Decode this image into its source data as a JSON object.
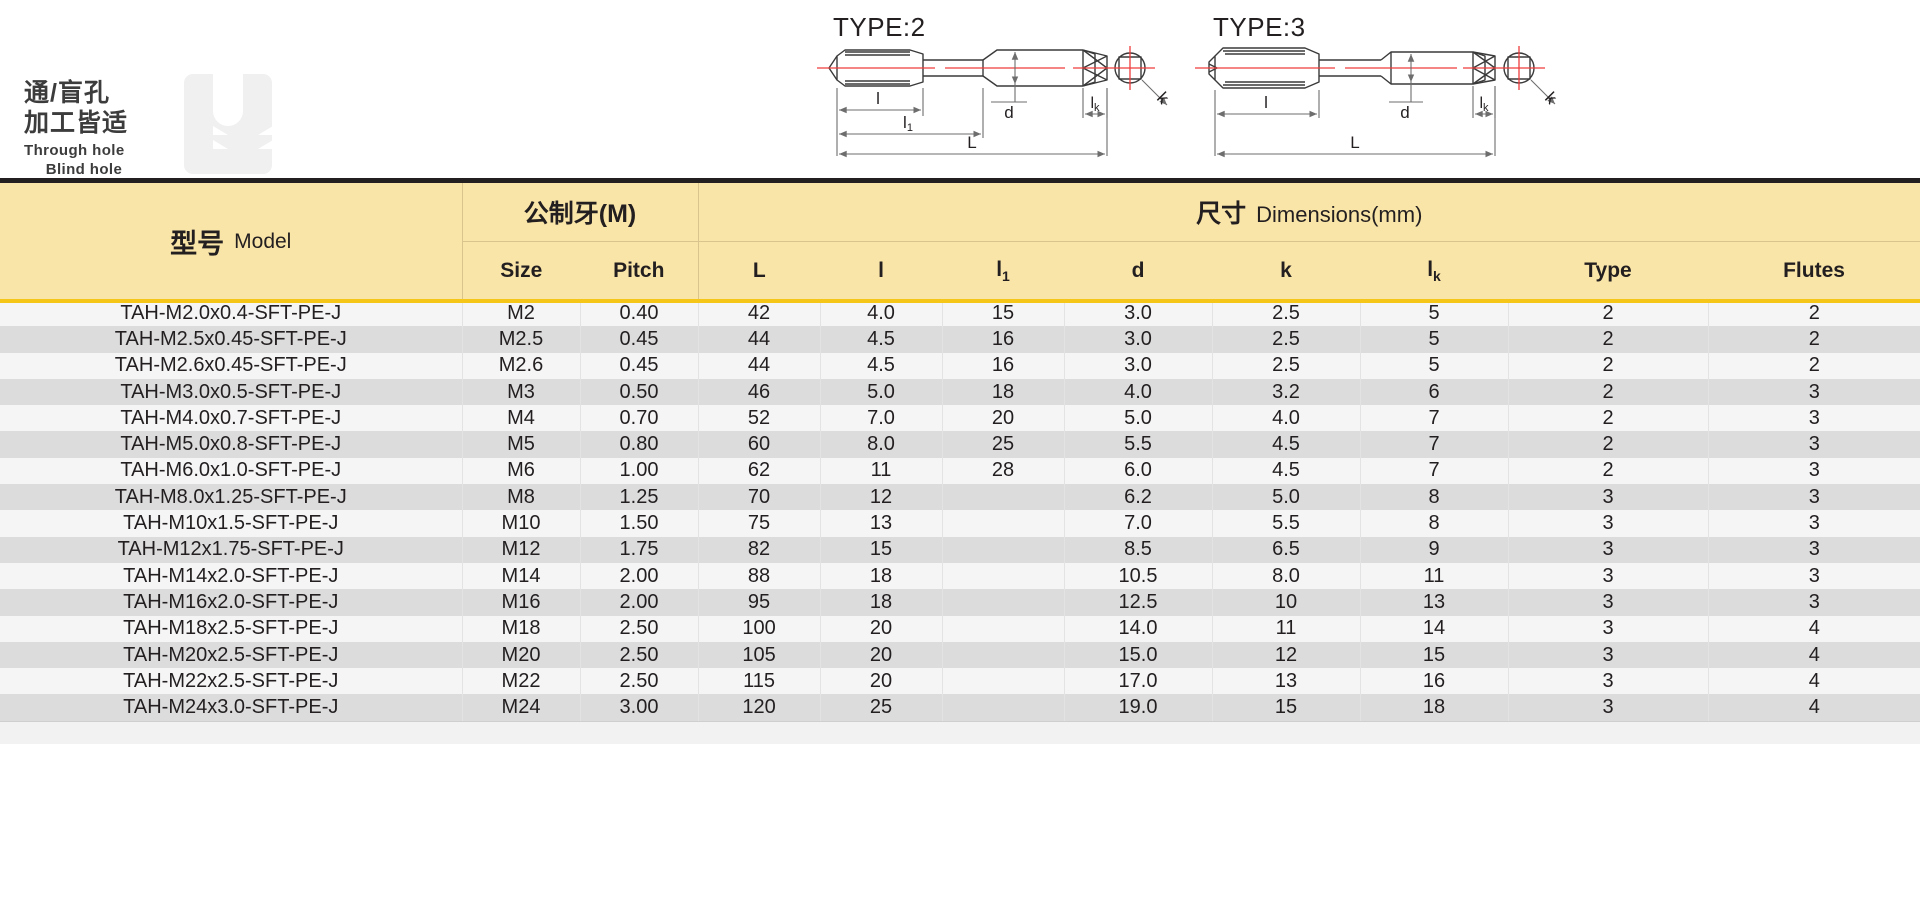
{
  "badge": {
    "cn_line1": "通/盲孔",
    "cn_line2": "加工皆适",
    "en_line1": "Through hole",
    "en_line2": "Blind hole"
  },
  "diagrams": [
    {
      "title": "TYPE:2",
      "labels": {
        "l": "l",
        "l1": "l",
        "l1_sub": "1",
        "L": "L",
        "d": "d",
        "k": "k",
        "lk": "l",
        "lk_sub": "k"
      }
    },
    {
      "title": "TYPE:3",
      "labels": {
        "l": "l",
        "L": "L",
        "d": "d",
        "k": "k",
        "lk": "l",
        "lk_sub": "k"
      }
    }
  ],
  "table": {
    "header": {
      "model_cn": "型号",
      "model_en": "Model",
      "thread_cn": "公制牙(M)",
      "dimensions_cn": "尺寸",
      "dimensions_en": "Dimensions(mm)",
      "sub": {
        "size": "Size",
        "pitch": "Pitch",
        "L": "L",
        "l": "l",
        "l1": "l",
        "l1_sub": "1",
        "d": "d",
        "k": "k",
        "lk": "l",
        "lk_sub": "k",
        "type": "Type",
        "flutes": "Flutes"
      }
    },
    "columns": [
      "model",
      "size",
      "pitch",
      "L",
      "l",
      "l1",
      "d",
      "k",
      "lk",
      "type",
      "flutes"
    ],
    "rows": [
      {
        "model": "TAH-M2.0x0.4-SFT-PE-J",
        "size": "M2",
        "pitch": "0.40",
        "L": "42",
        "l": "4.0",
        "l1": "15",
        "d": "3.0",
        "k": "2.5",
        "lk": "5",
        "type": "2",
        "flutes": "2"
      },
      {
        "model": "TAH-M2.5x0.45-SFT-PE-J",
        "size": "M2.5",
        "pitch": "0.45",
        "L": "44",
        "l": "4.5",
        "l1": "16",
        "d": "3.0",
        "k": "2.5",
        "lk": "5",
        "type": "2",
        "flutes": "2"
      },
      {
        "model": "TAH-M2.6x0.45-SFT-PE-J",
        "size": "M2.6",
        "pitch": "0.45",
        "L": "44",
        "l": "4.5",
        "l1": "16",
        "d": "3.0",
        "k": "2.5",
        "lk": "5",
        "type": "2",
        "flutes": "2"
      },
      {
        "model": "TAH-M3.0x0.5-SFT-PE-J",
        "size": "M3",
        "pitch": "0.50",
        "L": "46",
        "l": "5.0",
        "l1": "18",
        "d": "4.0",
        "k": "3.2",
        "lk": "6",
        "type": "2",
        "flutes": "3"
      },
      {
        "model": "TAH-M4.0x0.7-SFT-PE-J",
        "size": "M4",
        "pitch": "0.70",
        "L": "52",
        "l": "7.0",
        "l1": "20",
        "d": "5.0",
        "k": "4.0",
        "lk": "7",
        "type": "2",
        "flutes": "3"
      },
      {
        "model": "TAH-M5.0x0.8-SFT-PE-J",
        "size": "M5",
        "pitch": "0.80",
        "L": "60",
        "l": "8.0",
        "l1": "25",
        "d": "5.5",
        "k": "4.5",
        "lk": "7",
        "type": "2",
        "flutes": "3"
      },
      {
        "model": "TAH-M6.0x1.0-SFT-PE-J",
        "size": "M6",
        "pitch": "1.00",
        "L": "62",
        "l": "11",
        "l1": "28",
        "d": "6.0",
        "k": "4.5",
        "lk": "7",
        "type": "2",
        "flutes": "3"
      },
      {
        "model": "TAH-M8.0x1.25-SFT-PE-J",
        "size": "M8",
        "pitch": "1.25",
        "L": "70",
        "l": "12",
        "l1": "",
        "d": "6.2",
        "k": "5.0",
        "lk": "8",
        "type": "3",
        "flutes": "3"
      },
      {
        "model": "TAH-M10x1.5-SFT-PE-J",
        "size": "M10",
        "pitch": "1.50",
        "L": "75",
        "l": "13",
        "l1": "",
        "d": "7.0",
        "k": "5.5",
        "lk": "8",
        "type": "3",
        "flutes": "3"
      },
      {
        "model": "TAH-M12x1.75-SFT-PE-J",
        "size": "M12",
        "pitch": "1.75",
        "L": "82",
        "l": "15",
        "l1": "",
        "d": "8.5",
        "k": "6.5",
        "lk": "9",
        "type": "3",
        "flutes": "3"
      },
      {
        "model": "TAH-M14x2.0-SFT-PE-J",
        "size": "M14",
        "pitch": "2.00",
        "L": "88",
        "l": "18",
        "l1": "",
        "d": "10.5",
        "k": "8.0",
        "lk": "11",
        "type": "3",
        "flutes": "3"
      },
      {
        "model": "TAH-M16x2.0-SFT-PE-J",
        "size": "M16",
        "pitch": "2.00",
        "L": "95",
        "l": "18",
        "l1": "",
        "d": "12.5",
        "k": "10",
        "lk": "13",
        "type": "3",
        "flutes": "3"
      },
      {
        "model": "TAH-M18x2.5-SFT-PE-J",
        "size": "M18",
        "pitch": "2.50",
        "L": "100",
        "l": "20",
        "l1": "",
        "d": "14.0",
        "k": "11",
        "lk": "14",
        "type": "3",
        "flutes": "4"
      },
      {
        "model": "TAH-M20x2.5-SFT-PE-J",
        "size": "M20",
        "pitch": "2.50",
        "L": "105",
        "l": "20",
        "l1": "",
        "d": "15.0",
        "k": "12",
        "lk": "15",
        "type": "3",
        "flutes": "4"
      },
      {
        "model": "TAH-M22x2.5-SFT-PE-J",
        "size": "M22",
        "pitch": "2.50",
        "L": "115",
        "l": "20",
        "l1": "",
        "d": "17.0",
        "k": "13",
        "lk": "16",
        "type": "3",
        "flutes": "4"
      },
      {
        "model": "TAH-M24x3.0-SFT-PE-J",
        "size": "M24",
        "pitch": "3.00",
        "L": "120",
        "l": "25",
        "l1": "",
        "d": "19.0",
        "k": "15",
        "lk": "18",
        "type": "3",
        "flutes": "4"
      }
    ]
  },
  "colors": {
    "header_bg": "#fae5a8",
    "header_rule_top": "#231f20",
    "header_rule_bottom": "#f5c518",
    "row_odd": "#f5f5f5",
    "row_even": "#dcdcdc",
    "centerline_red": "#ef3b3b",
    "label_blue": "#2b4fa2",
    "label_orange": "#f0a020"
  }
}
